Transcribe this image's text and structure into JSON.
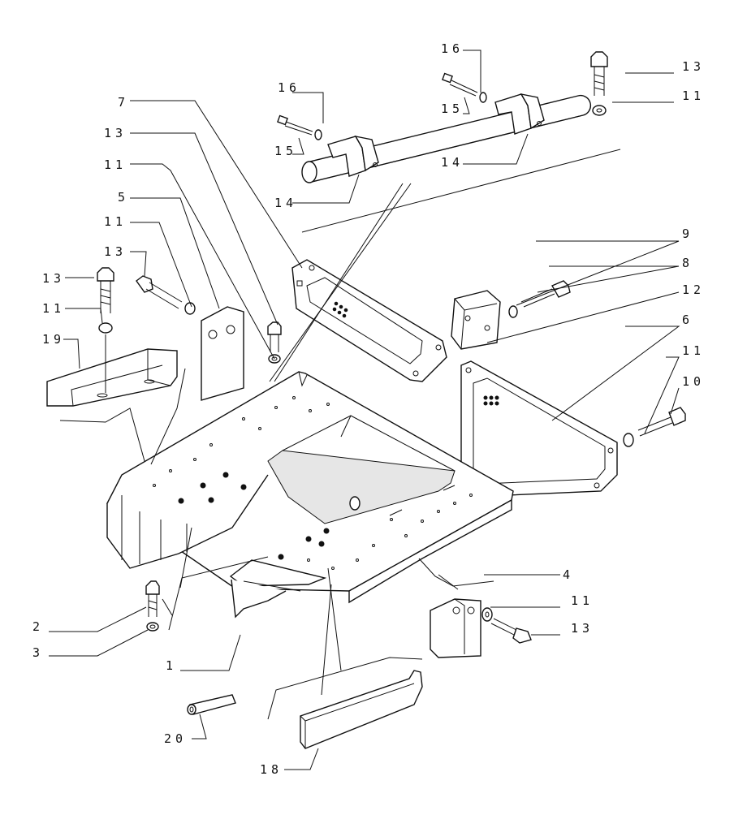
{
  "labels": {
    "l1": "1",
    "l2": "2",
    "l3": "3",
    "l4": "4",
    "l5": "5",
    "l6": "6",
    "l7": "7",
    "l8": "8",
    "l9": "9",
    "l10": "10",
    "l11": "11",
    "l12": "12",
    "l13": "13",
    "l14": "14",
    "l15": "15",
    "l16": "16",
    "l18": "18",
    "l19": "19",
    "l20": "20"
  }
}
